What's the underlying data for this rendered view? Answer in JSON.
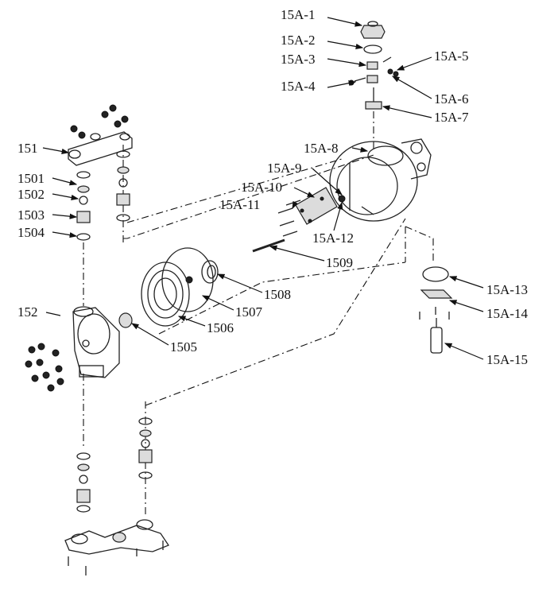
{
  "callouts": {
    "c15A_1": "15A-1",
    "c15A_2": "15A-2",
    "c15A_3": "15A-3",
    "c15A_4": "15A-4",
    "c15A_5": "15A-5",
    "c15A_6": "15A-6",
    "c15A_7": "15A-7",
    "c15A_8": "15A-8",
    "c15A_9": "15A-9",
    "c15A_10": "15A-10",
    "c15A_11": "15A-11",
    "c15A_12": "15A-12",
    "c15A_13": "15A-13",
    "c15A_14": "15A-14",
    "c15A_15": "15A-15",
    "c151": "151",
    "c152": "152",
    "c1501": "1501",
    "c1502": "1502",
    "c1503": "1503",
    "c1504": "1504",
    "c1505": "1505",
    "c1506": "1506",
    "c1507": "1507",
    "c1508": "1508",
    "c1509": "1509"
  }
}
